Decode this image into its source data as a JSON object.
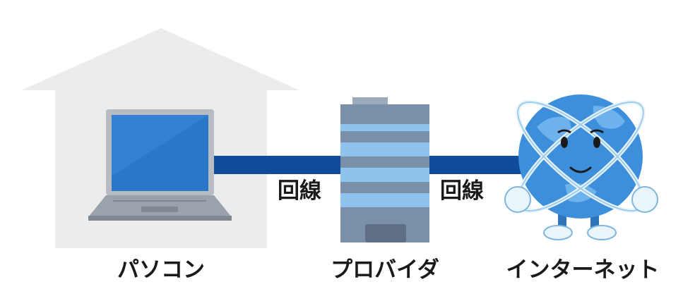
{
  "nodes": {
    "pc": {
      "label": "パソコン"
    },
    "provider": {
      "label": "プロバイダ"
    },
    "internet": {
      "label": "インターネット"
    }
  },
  "links": {
    "pc_to_provider": {
      "label": "回線"
    },
    "provider_to_internet": {
      "label": "回線"
    }
  },
  "colors": {
    "cable": "#0f4c9b",
    "house": "#ececec",
    "laptop_screen": "#2a77c9",
    "laptop_body": "#9aa3ab",
    "building_light": "#8fc3ee",
    "building_dark": "#7a8fa8",
    "globe": "#3d8fdc"
  }
}
